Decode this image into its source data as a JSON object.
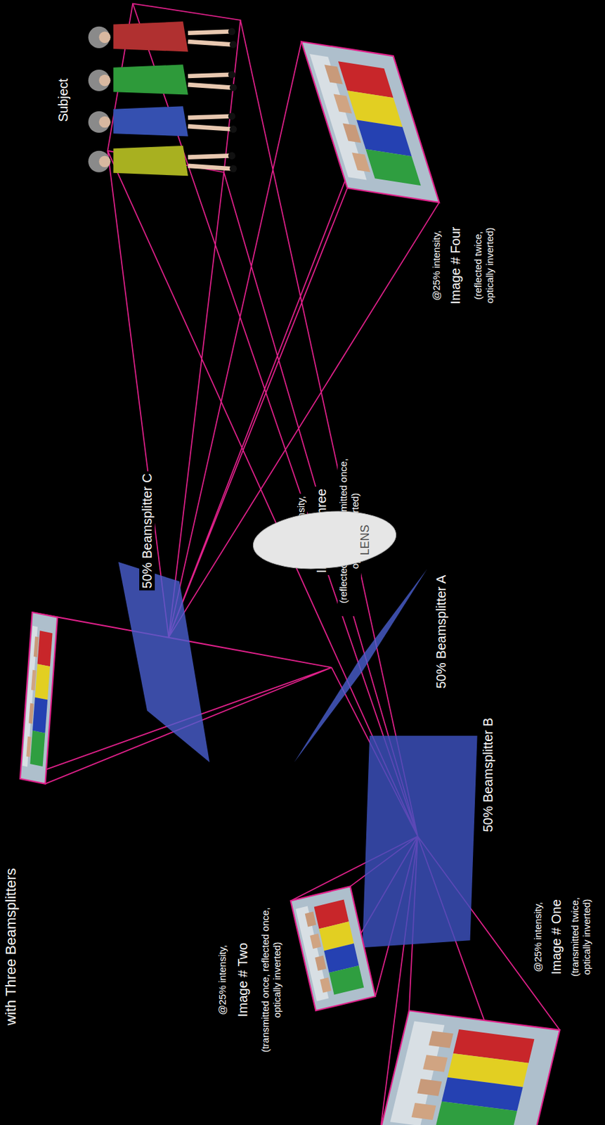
{
  "diagram": {
    "title": "with Three Beamsplitters",
    "nodes": [
      {
        "text": [
          "LENS"
        ]
      }
    ],
    "labels": [
      "@25% intensity,",
      "Image # Three",
      "(reflected once, transmitted once, optically inverted)",
      "50% Beamsplitter C",
      "50% Beamsplitter A",
      "50% Beamsplitter B",
      "@25% intensity,",
      "Image # Four",
      "(reflected twice, optically inverted)",
      "Subject",
      "@25% intensity,",
      "Image # Two",
      "(transmitted once, reflected once, optically inverted)",
      "@25% intensity,",
      "Image # One",
      "(transmitted twice, optically inverted)"
    ]
  }
}
